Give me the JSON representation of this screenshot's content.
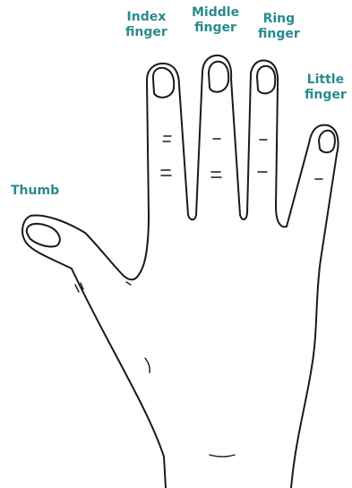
{
  "colors": {
    "label": "#2a8a8e",
    "outline": "#1a1a1a",
    "background": "#ffffff"
  },
  "labels": {
    "index": [
      "Index",
      "finger"
    ],
    "middle": [
      "Middle",
      "finger"
    ],
    "ring": [
      "Ring",
      "finger"
    ],
    "little": [
      "Little",
      "finger"
    ],
    "thumb": [
      "Thumb"
    ]
  }
}
